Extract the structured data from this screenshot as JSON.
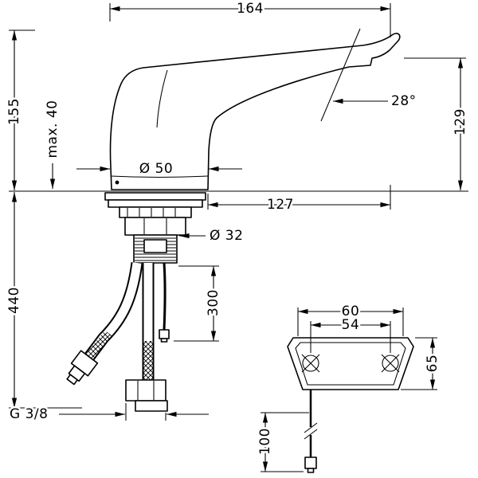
{
  "main_view": {
    "overall_projection": "164",
    "height_above_deck": "155",
    "max_deck_thickness": "max. 40",
    "base_diameter": "Ø 50",
    "projection_from_base": "127",
    "outlet_height": "129",
    "spout_angle": "28°",
    "shank_diameter": "Ø 32",
    "hose_length": "440",
    "cable_length": "300",
    "hose_thread": "G 3/8"
  },
  "detail_view": {
    "plate_width": "60",
    "screw_distance": "54",
    "plate_height": "65",
    "cable_tail_length": "100"
  }
}
